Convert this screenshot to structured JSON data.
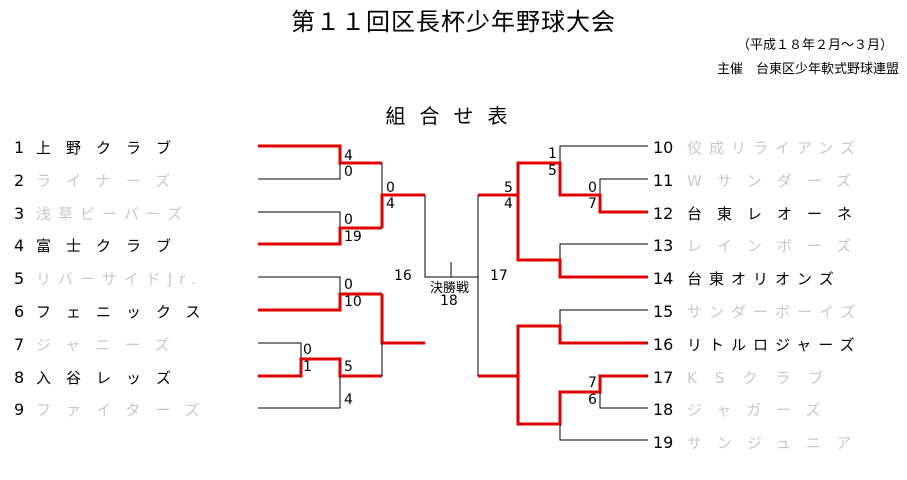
{
  "header": {
    "title": "第１１回区長杯少年野球大会",
    "period": "（平成１８年２月～３月）",
    "organizer": "主催　台東区少年軟式野球連盟",
    "subtitle": "組合せ表"
  },
  "left_teams": [
    {
      "num": "1",
      "name": "上野クラブ",
      "winner": true
    },
    {
      "num": "2",
      "name": "ライナーズ",
      "winner": false
    },
    {
      "num": "3",
      "name": "浅草ビーバーズ",
      "winner": false
    },
    {
      "num": "4",
      "name": "富士クラブ",
      "winner": true
    },
    {
      "num": "5",
      "name": "リバーサイドJr.",
      "winner": false
    },
    {
      "num": "6",
      "name": "フェニックス",
      "winner": true
    },
    {
      "num": "7",
      "name": "ジャニーズ",
      "winner": false
    },
    {
      "num": "8",
      "name": "入谷レッズ",
      "winner": true
    },
    {
      "num": "9",
      "name": "ファイターズ",
      "winner": false
    }
  ],
  "right_teams": [
    {
      "num": "10",
      "name": "佼成リライアンズ",
      "winner": false
    },
    {
      "num": "11",
      "name": "Wサンダーズ",
      "winner": false
    },
    {
      "num": "12",
      "name": "台東レオーネ",
      "winner": true
    },
    {
      "num": "13",
      "name": "レインボーズ",
      "winner": false
    },
    {
      "num": "14",
      "name": "台東オリオンズ",
      "winner": true
    },
    {
      "num": "15",
      "name": "サンダーボーイズ",
      "winner": false
    },
    {
      "num": "16",
      "name": "リトルロジャーズ",
      "winner": true
    },
    {
      "num": "17",
      "name": "KSクラブ",
      "winner": false
    },
    {
      "num": "18",
      "name": "ジャガーズ",
      "winner": false
    },
    {
      "num": "19",
      "name": "サンジュニア",
      "winner": false
    }
  ],
  "scores": {
    "m_1_2_top": "4",
    "m_1_2_bot": "0",
    "m_3_4_top": "0",
    "m_3_4_bot": "19",
    "sf_left_a_top": "0",
    "sf_left_a_bot": "4",
    "m_5_6_top": "0",
    "m_5_6_bot": "10",
    "m_7_8_top": "0",
    "m_7_8_bot": "1",
    "m_8_9_top": "5",
    "m_8_9_bot": "4",
    "left_final": "16",
    "m_10_top": "1",
    "m_10_bot": "5",
    "m_11_12_top": "0",
    "m_11_12_bot": "7",
    "sf_right_top": "5",
    "sf_right_bot": "4",
    "right_final": "17",
    "m_17_18_top": "7",
    "m_17_18_bot": "6"
  },
  "final": {
    "label": "決勝戦",
    "number": "18"
  },
  "colors": {
    "win_line": "#e00000",
    "normal_line": "#000000",
    "loser_text": "#c8c8c8"
  }
}
